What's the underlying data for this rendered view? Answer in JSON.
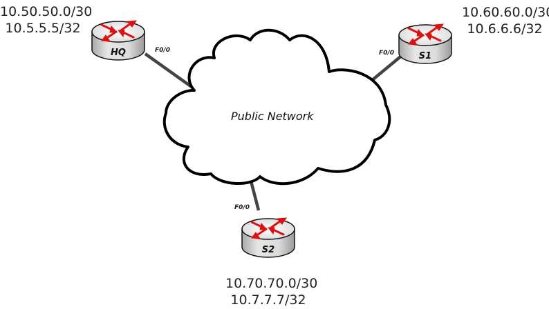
{
  "diagram": {
    "cloud": {
      "label": "Public Network"
    },
    "routers": [
      {
        "name": "HQ",
        "interface": "F0/0",
        "networks": [
          "10.50.50.0/30",
          "10.5.5.5/32"
        ]
      },
      {
        "name": "S1",
        "interface": "F0/0",
        "networks": [
          "10.60.60.0/30",
          "10.6.6.6/32"
        ]
      },
      {
        "name": "S2",
        "interface": "F0/0",
        "networks": [
          "10.70.70.0/30",
          "10.7.7.7/32"
        ]
      }
    ],
    "colors": {
      "router_arrow": "#dd1111",
      "router_body": "#d4d4d4",
      "router_top": "#eeeeee",
      "link": "#444444",
      "cloud_stroke": "#000000"
    }
  }
}
